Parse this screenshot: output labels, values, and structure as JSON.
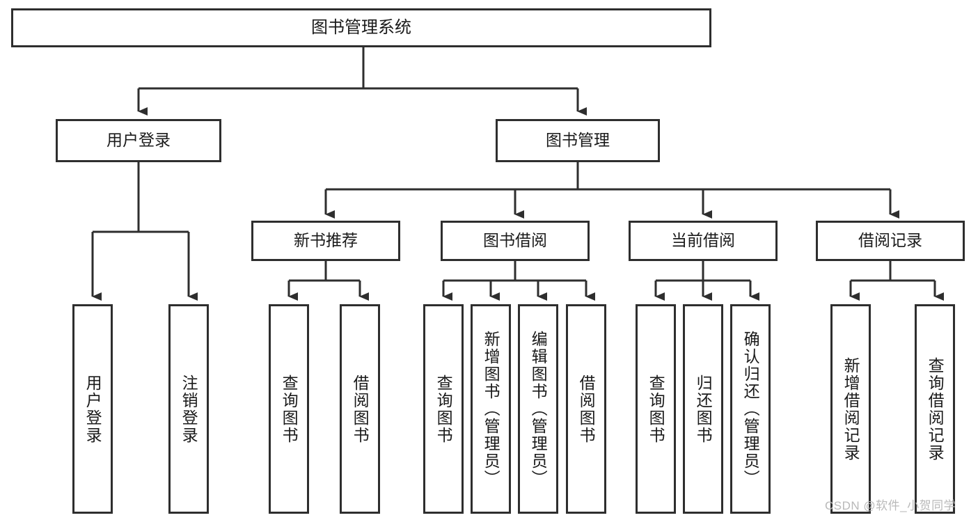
{
  "diagram": {
    "type": "tree-hierarchy-chart",
    "title": "图书管理系统",
    "colors": {
      "border": "#2e2e2e",
      "background": "#ffffff",
      "text": "#1a1a1a",
      "watermark": "#b9b9b9"
    },
    "levels": {
      "level1": [
        "图书管理系统"
      ],
      "level2": [
        "用户登录",
        "图书管理"
      ],
      "level3": [
        "新书推荐",
        "图书借阅",
        "当前借阅",
        "借阅记录"
      ],
      "level4": [
        "用户登录",
        "注销登录",
        "查询图书",
        "借阅图书",
        "查询图书",
        "新增图书（管理员）",
        "编辑图书（管理员）",
        "借阅图书",
        "查询图书",
        "归还图书",
        "确认归还（管理员）",
        "新增借阅记录",
        "查询借阅记录"
      ]
    },
    "nodes": {
      "root": {
        "label": "图书管理系统"
      },
      "user_login": {
        "label": "用户登录"
      },
      "book_manage": {
        "label": "图书管理"
      },
      "new_book_rec": {
        "label": "新书推荐"
      },
      "book_borrow": {
        "label": "图书借阅"
      },
      "current_borrow": {
        "label": "当前借阅"
      },
      "borrow_record": {
        "label": "借阅记录"
      },
      "leaf_user_login": {
        "label": "用户登录"
      },
      "leaf_logout": {
        "label": "注销登录"
      },
      "leaf_query_book_a": {
        "label": "查询图书"
      },
      "leaf_borrow_book_a": {
        "label": "借阅图书"
      },
      "leaf_query_book_b": {
        "label": "查询图书"
      },
      "leaf_add_book": {
        "label": "新增图书（管理员）"
      },
      "leaf_edit_book": {
        "label": "编辑图书（管理员）"
      },
      "leaf_borrow_book_b": {
        "label": "借阅图书"
      },
      "leaf_query_book_c": {
        "label": "查询图书"
      },
      "leaf_return_book": {
        "label": "归还图书"
      },
      "leaf_confirm_return": {
        "label": "确认归还（管理员）"
      },
      "leaf_add_record": {
        "label": "新增借阅记录"
      },
      "leaf_query_record": {
        "label": "查询借阅记录"
      }
    }
  },
  "watermark": {
    "text": "CSDN @软件_小贺同学"
  }
}
